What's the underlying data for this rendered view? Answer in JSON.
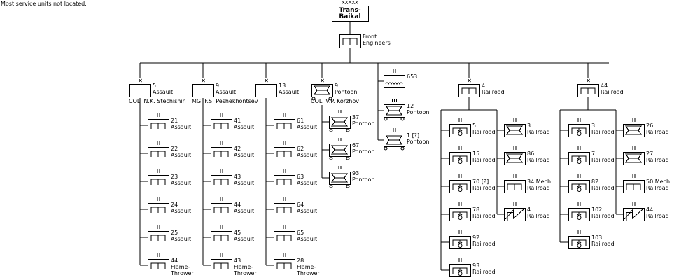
{
  "note": "Most service units not located.",
  "hq": {
    "echelon": "XXXXX",
    "name": "Trans-\nBaikal"
  },
  "front_engineers": {
    "label": "Front\nEngineers"
  },
  "brigades": [
    {
      "id": "b5",
      "echelon": "X",
      "label": "5\nAssault",
      "type": "assault",
      "commander": "COL  N.K. Stechishin"
    },
    {
      "id": "b9a",
      "echelon": "X",
      "label": "9\nAssault",
      "type": "assault",
      "commander": "MG  F.S. Peshekhontsev"
    },
    {
      "id": "b13",
      "echelon": "X",
      "label": "13\nAssault",
      "type": "assault",
      "commander": ""
    },
    {
      "id": "b9p",
      "echelon": "X",
      "label": "9\nPontoon",
      "type": "pontoon",
      "commander": "COL  V.P. Korzhov"
    },
    {
      "id": "b4",
      "echelon": "X",
      "label": "4\nRailroad",
      "type": "engineer",
      "commander": ""
    },
    {
      "id": "b44",
      "echelon": "X",
      "label": "44\nRailroad",
      "type": "engineer",
      "commander": ""
    }
  ],
  "battalions": [
    {
      "parent": "b5",
      "echelon": "II",
      "label": "21\nAssault",
      "type": "engineer"
    },
    {
      "parent": "b5",
      "echelon": "II",
      "label": "22\nAssault",
      "type": "engineer"
    },
    {
      "parent": "b5",
      "echelon": "II",
      "label": "23\nAssault",
      "type": "engineer"
    },
    {
      "parent": "b5",
      "echelon": "II",
      "label": "24\nAssault",
      "type": "engineer"
    },
    {
      "parent": "b5",
      "echelon": "II",
      "label": "25\nAssault",
      "type": "engineer"
    },
    {
      "parent": "b5",
      "echelon": "II",
      "label": "44\nFlame-\nThrower",
      "type": "engineer"
    },
    {
      "parent": "b9a",
      "echelon": "II",
      "label": "41\nAssault",
      "type": "engineer"
    },
    {
      "parent": "b9a",
      "echelon": "II",
      "label": "42\nAssault",
      "type": "engineer"
    },
    {
      "parent": "b9a",
      "echelon": "II",
      "label": "43\nAssault",
      "type": "engineer"
    },
    {
      "parent": "b9a",
      "echelon": "II",
      "label": "44\nAssault",
      "type": "engineer"
    },
    {
      "parent": "b9a",
      "echelon": "II",
      "label": "45\nAssault",
      "type": "engineer"
    },
    {
      "parent": "b9a",
      "echelon": "II",
      "label": "43\nFlame-\nThrower",
      "type": "engineer"
    },
    {
      "parent": "b13",
      "echelon": "II",
      "label": "61\nAssault",
      "type": "engineer"
    },
    {
      "parent": "b13",
      "echelon": "II",
      "label": "62\nAssault",
      "type": "engineer"
    },
    {
      "parent": "b13",
      "echelon": "II",
      "label": "63\nAssault",
      "type": "engineer"
    },
    {
      "parent": "b13",
      "echelon": "II",
      "label": "64\nAssault",
      "type": "engineer"
    },
    {
      "parent": "b13",
      "echelon": "II",
      "label": "65\nAssault",
      "type": "engineer"
    },
    {
      "parent": "b13",
      "echelon": "II",
      "label": "28\nFlame-\nThrower",
      "type": "engineer"
    },
    {
      "parent": "b9p",
      "echelon": "II",
      "label": "37\nPontoon",
      "type": "pontoon"
    },
    {
      "parent": "b9p",
      "echelon": "II",
      "label": "67\nPontoon",
      "type": "pontoon"
    },
    {
      "parent": "b9p",
      "echelon": "II",
      "label": "93\nPontoon",
      "type": "pontoon"
    },
    {
      "parent": "indep",
      "echelon": "II",
      "label": "653",
      "type": "wavy"
    },
    {
      "parent": "indep",
      "echelon": "III",
      "label": "12\nPontoon",
      "type": "pontoon"
    },
    {
      "parent": "indep",
      "echelon": "II",
      "label": "1 [?]\nPontoon",
      "type": "pontoon"
    },
    {
      "parent": "b4",
      "echelon": "II",
      "label": "5\nRailroad",
      "type": "railroad"
    },
    {
      "parent": "b4",
      "echelon": "II",
      "label": "15\nRailroad",
      "type": "railroad"
    },
    {
      "parent": "b4",
      "echelon": "II",
      "label": "70 [?]\nRailroad",
      "type": "railroad"
    },
    {
      "parent": "b4",
      "echelon": "II",
      "label": "78\nRailroad",
      "type": "railroad"
    },
    {
      "parent": "b4",
      "echelon": "II",
      "label": "92\nRailroad",
      "type": "railroad"
    },
    {
      "parent": "b4",
      "echelon": "II",
      "label": "93\nRailroad",
      "type": "railroad"
    },
    {
      "parent": "b4",
      "echelon": "II",
      "label": "3\nRailroad",
      "type": "bridge"
    },
    {
      "parent": "b4",
      "echelon": "II",
      "label": "86\nRailroad",
      "type": "bridge"
    },
    {
      "parent": "b4",
      "echelon": "II",
      "label": "34 Mech\nRailroad",
      "type": "engineer"
    },
    {
      "parent": "b4",
      "echelon": "II",
      "label": "4\nRailroad",
      "type": "zigzag"
    },
    {
      "parent": "b44",
      "echelon": "II",
      "label": "3\nRailroad",
      "type": "railroad"
    },
    {
      "parent": "b44",
      "echelon": "II",
      "label": "7\nRailroad",
      "type": "railroad"
    },
    {
      "parent": "b44",
      "echelon": "II",
      "label": "82\nRailroad",
      "type": "railroad"
    },
    {
      "parent": "b44",
      "echelon": "II",
      "label": "102\nRailroad",
      "type": "railroad"
    },
    {
      "parent": "b44",
      "echelon": "II",
      "label": "103\nRailroad",
      "type": "railroad"
    },
    {
      "parent": "b44",
      "echelon": "II",
      "label": "26\nRailroad",
      "type": "bridge"
    },
    {
      "parent": "b44",
      "echelon": "II",
      "label": "27\nRailroad",
      "type": "bridge"
    },
    {
      "parent": "b44",
      "echelon": "II",
      "label": "50 Mech\nRailroad",
      "type": "engineer"
    },
    {
      "parent": "b44",
      "echelon": "II",
      "label": "44\nRailroad",
      "type": "zigzag"
    }
  ]
}
